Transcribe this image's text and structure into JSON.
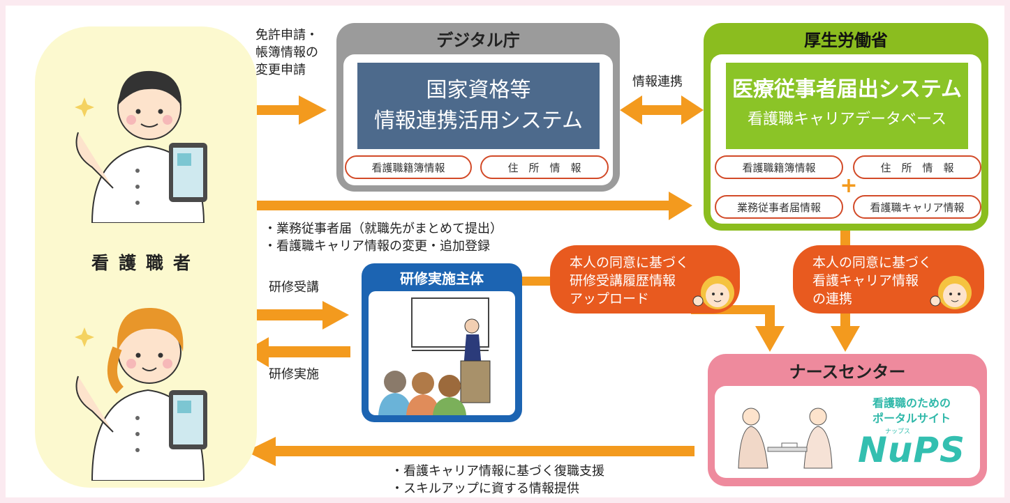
{
  "nurse": {
    "label": "看護職者"
  },
  "flows": {
    "license_application": "免許申請・\n帳簿情報の\n変更申請",
    "info_link": "情報連携",
    "work_report": "・業務従事者届（就職先がまとめて提出）\n・看護職キャリア情報の変更・追加登録",
    "training_attend": "研修受講",
    "training_deliver": "研修実施",
    "support": "・看護キャリア情報に基づく復職支援\n・スキルアップに資する情報提供"
  },
  "digital_agency": {
    "title": "デジタル庁",
    "system": "国家資格等\n情報連携活用システム",
    "items": [
      "看護職籍簿情報",
      "住　所　情　報"
    ]
  },
  "mhlw": {
    "title": "厚生労働省",
    "system_main": "医療従事者届出システム",
    "system_sub": "看護職キャリアデータベース",
    "items": [
      "看護職籍簿情報",
      "住　所　情　報",
      "業務従事者届情報",
      "看護職キャリア情報"
    ],
    "plus": "+"
  },
  "training_org": {
    "title": "研修実施主体"
  },
  "consent_upload": "本人の同意に基づく\n研修受講履歴情報\nアップロード",
  "consent_link": "本人の同意に基づく\n看護キャリア情報\nの連携",
  "nurse_center": {
    "title": "ナースセンター",
    "portal_sub": "看護職のための\nポータルサイト",
    "logo_ruby": "ナップス",
    "logo": "NuPS"
  },
  "colors": {
    "arrow": "#f39a1e",
    "digital": "#9b9b9b",
    "digital_system": "#4d6a8c",
    "mhlw": "#8bbd1f",
    "training": "#1c64b2",
    "consent": "#e85a1f",
    "nurse_center": "#ee8a9d",
    "nups": "#33bfb0"
  }
}
